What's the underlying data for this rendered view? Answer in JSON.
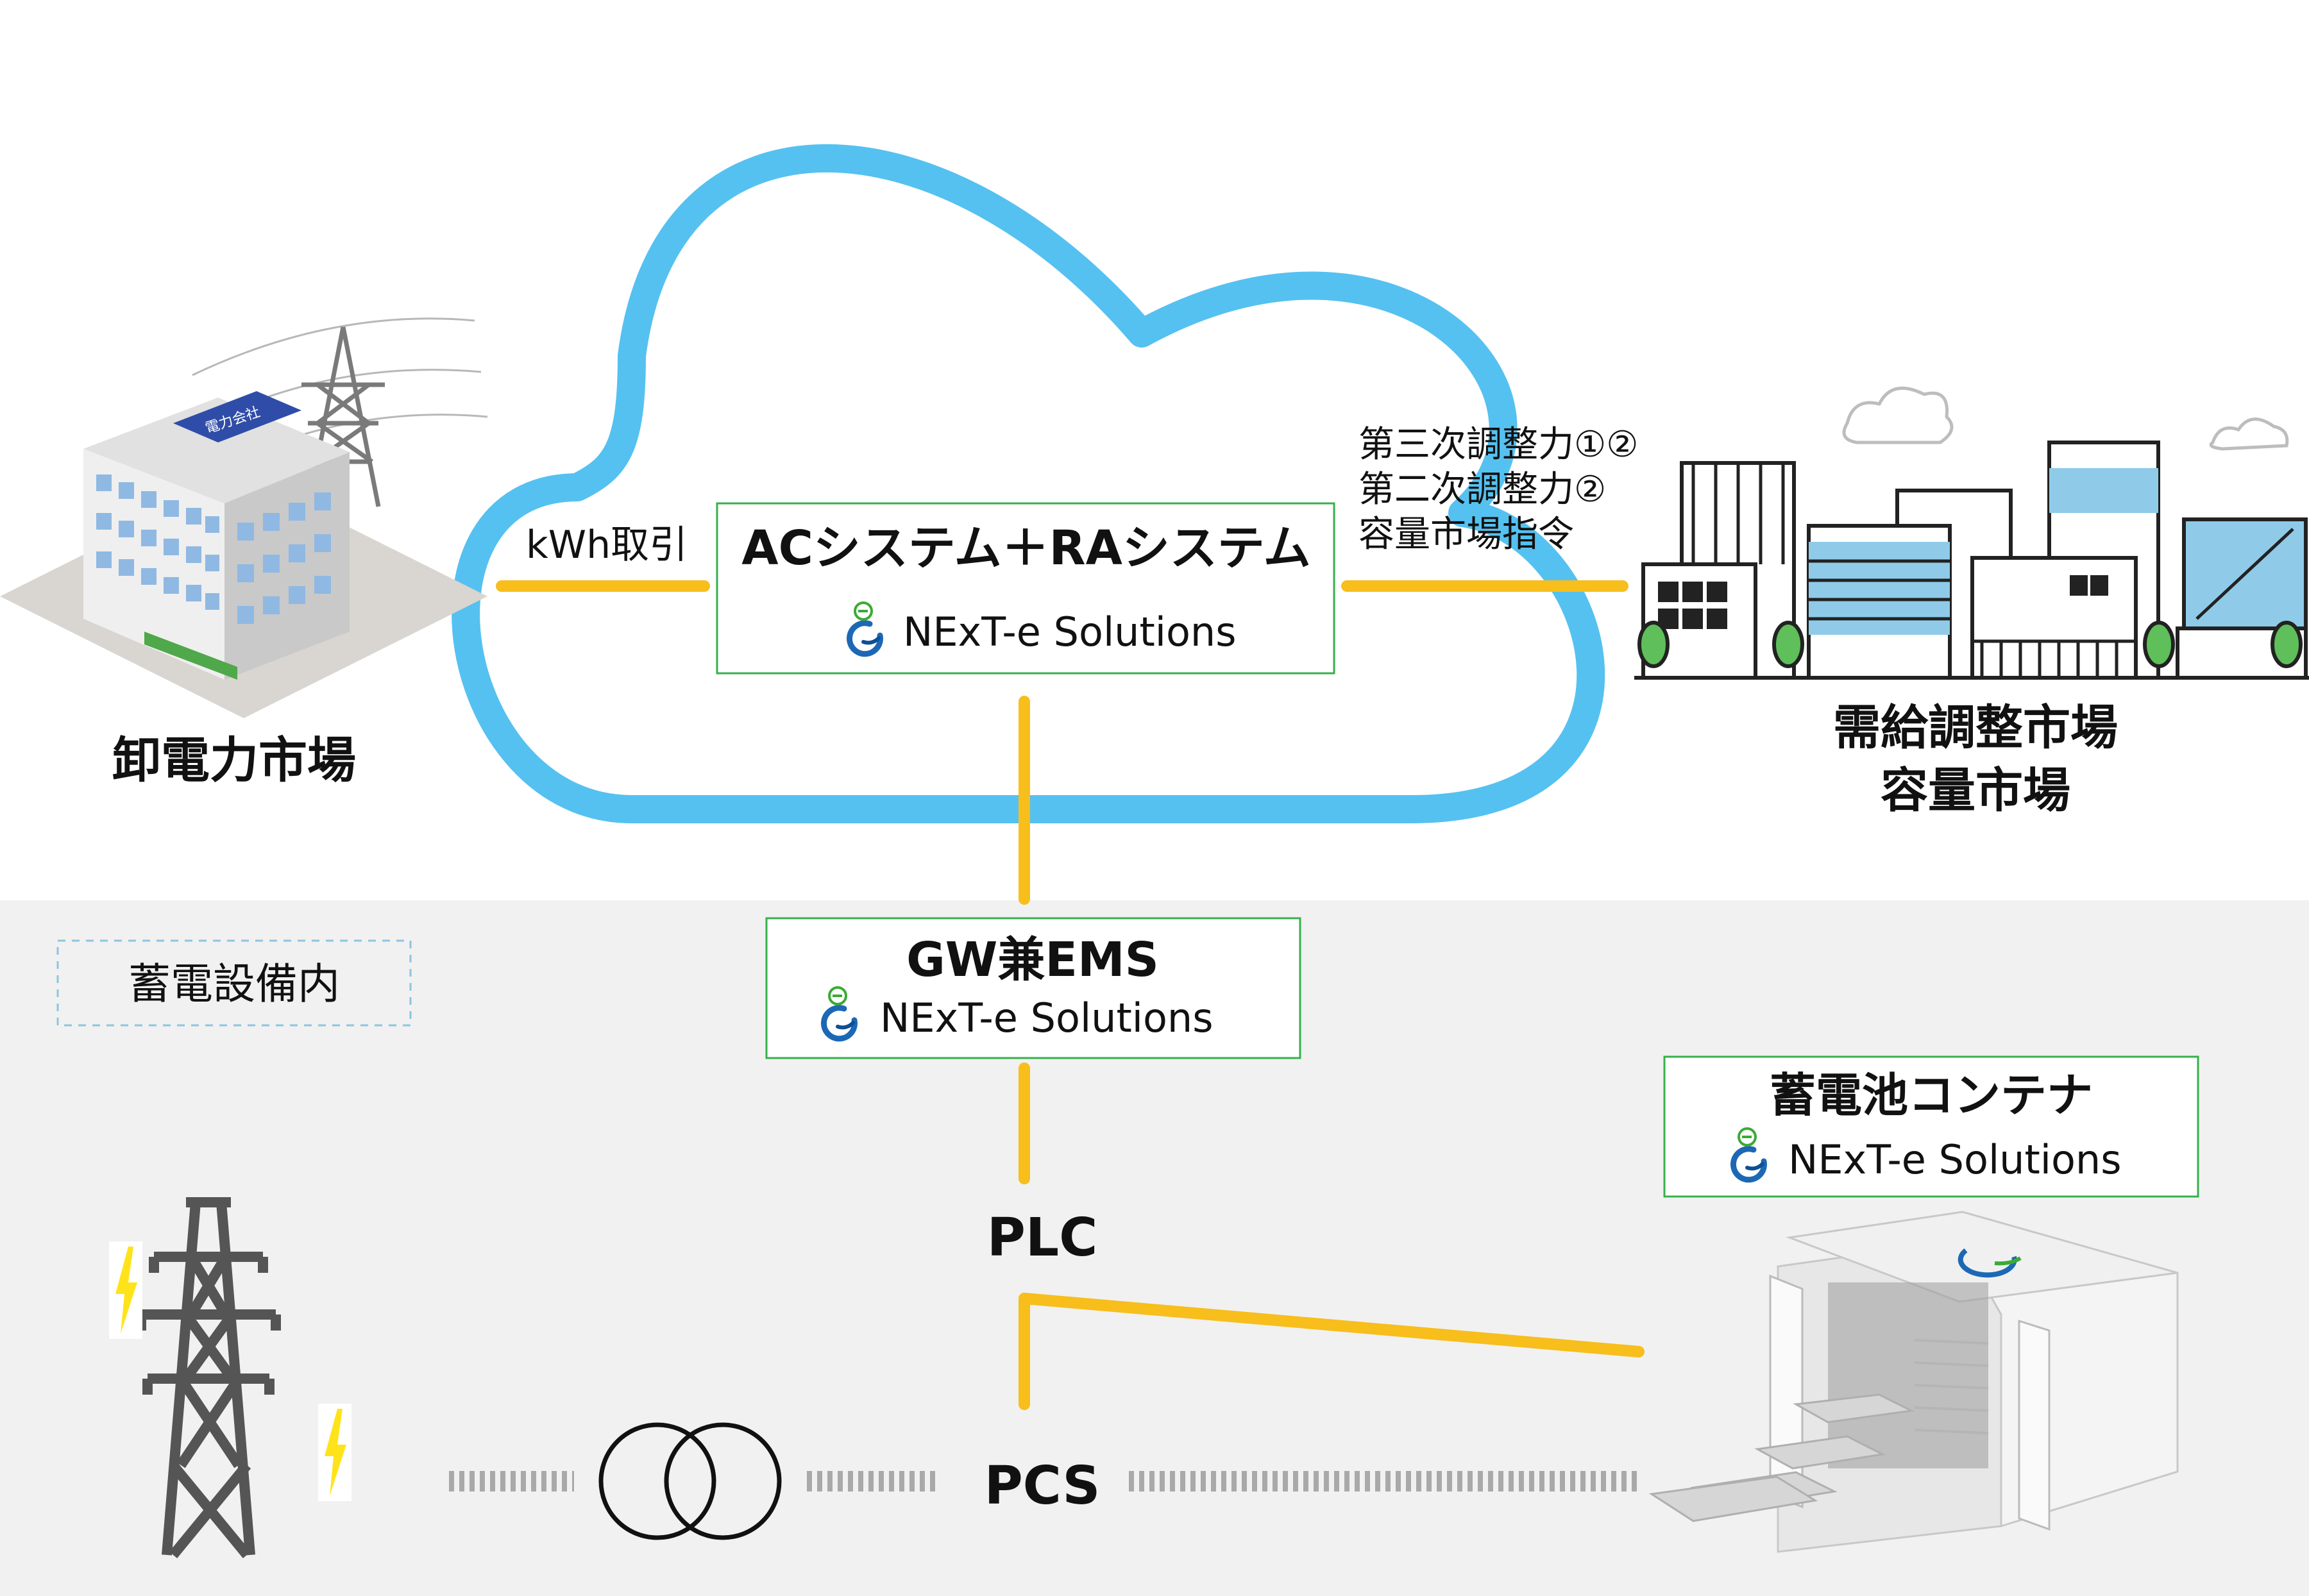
{
  "markets": {
    "wholesale": "卸電力市場",
    "balancing_line1": "需給調整市場",
    "balancing_line2": "容量市場"
  },
  "links": {
    "kwh_trade": "kWh取引",
    "reserve_line1": "第三次調整力①②",
    "reserve_line2": "第二次調整力②",
    "reserve_line3": "容量市場指令"
  },
  "cloud_system": {
    "title": "ACシステム＋RAシステム",
    "vendor": "NExT-e Solutions"
  },
  "facility": {
    "label": "蓄電設備内"
  },
  "gateway": {
    "title": "GW兼EMS",
    "vendor": "NExT-e Solutions"
  },
  "container": {
    "title": "蓄電池コンテナ",
    "vendor": "NExT-e Solutions"
  },
  "equipment": {
    "plc": "PLC",
    "pcs": "PCS"
  },
  "building_sign": "電力会社",
  "colors": {
    "cloud_stroke": "#55C1F0",
    "link_line": "#F7BE1C",
    "box_border": "#36B04A",
    "facility_bg": "#F1F1F1",
    "facility_label_border": "#8CC5E0",
    "logo_blue": "#1C68B5",
    "logo_green": "#3BAA35",
    "bolt": "#FFE31A"
  },
  "icons": {
    "logo": "next-e-logo-icon",
    "power_company": "power-company-building-icon",
    "city": "city-buildings-icon",
    "tower": "transmission-tower-icon",
    "transformer": "transformer-icon",
    "container": "battery-container-icon",
    "bolt": "lightning-bolt-icon"
  }
}
